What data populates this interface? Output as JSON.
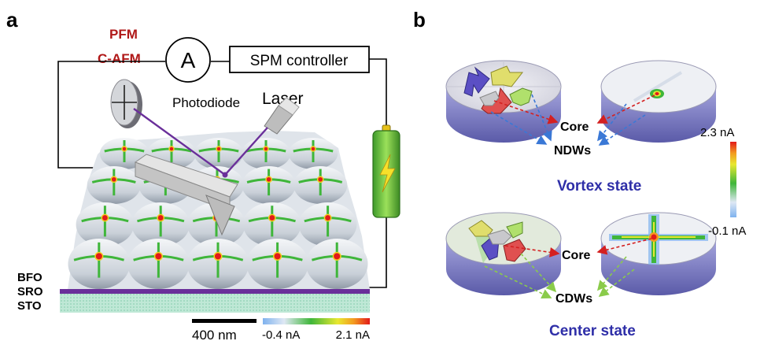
{
  "panel_a": {
    "label": "a",
    "mode_pfm": "PFM",
    "mode_cafm": "C-AFM",
    "ammeter": "A",
    "controller": "SPM controller",
    "photodiode": "Photodiode",
    "laser": "Laser",
    "layers": [
      "BFO",
      "SRO",
      "STO"
    ],
    "scale_bar": "400 nm",
    "colorbar_min": "-0.4 nA",
    "colorbar_max": "2.1 nA"
  },
  "panel_b": {
    "label": "b",
    "vortex": {
      "core": "Core",
      "walls": "NDWs",
      "state": "Vortex state"
    },
    "center": {
      "core": "Core",
      "walls": "CDWs",
      "state": "Center state"
    },
    "colorbar_max": "2.3 nA",
    "colorbar_min": "-0.1 nA"
  },
  "colors": {
    "mode_label": "#b01818",
    "state_label": "#2f2fa8",
    "substrate_layer": "#6a2f9a",
    "probe_beam": "#6a2f9a",
    "wall_arrow_vortex": "#3a78d6",
    "wall_arrow_center": "#8acb4a",
    "core_arrow": "#d42020"
  }
}
